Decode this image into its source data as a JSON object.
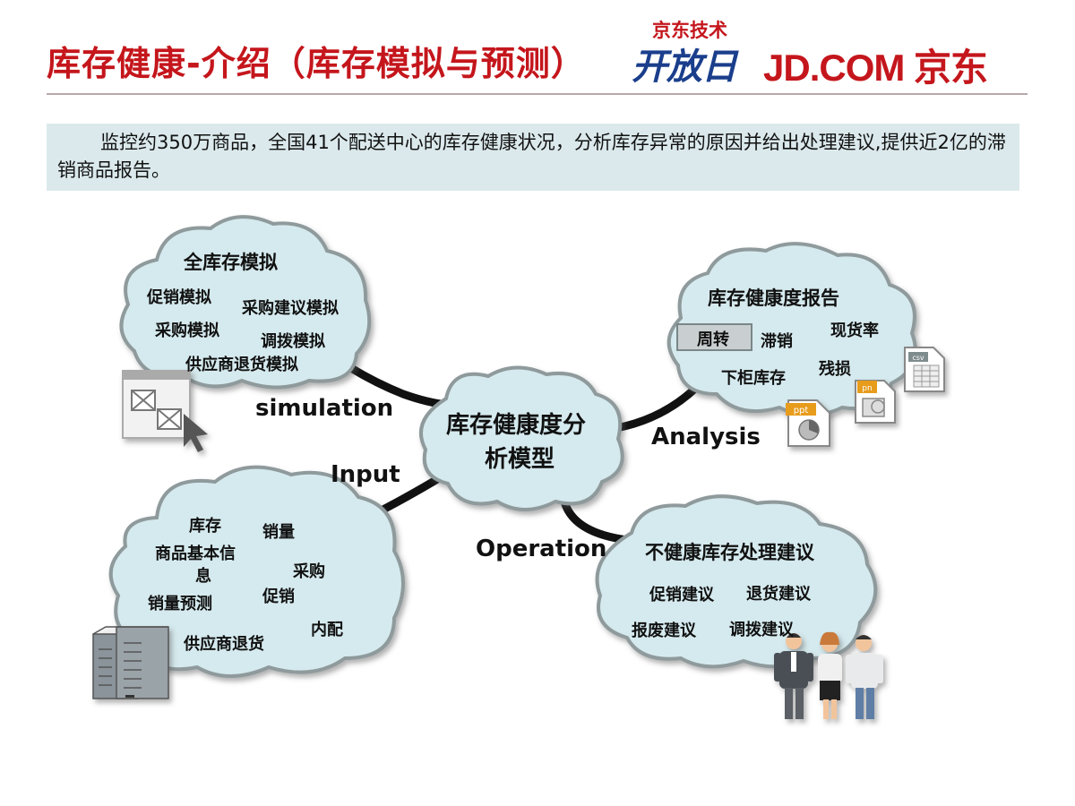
{
  "title": "库存健康-介绍（库存模拟与预测）",
  "logo": {
    "sub": "京东技术",
    "main": "开放日",
    "brand": "JD.COM 京东"
  },
  "intro": "监控约350万商品，全国41个配送中心的库存健康状况，分析库存异常的原因并给出处理建议,提供近2亿的滞销商品报告。",
  "center": {
    "line1": "库存健康度分",
    "line2": "析模型"
  },
  "simulation": {
    "connector": "simulation",
    "title": "全库存模拟",
    "items": [
      "促销模拟",
      "采购建议模拟",
      "采购模拟",
      "调拨模拟",
      "供应商退货模拟"
    ]
  },
  "analysis": {
    "connector": "Analysis",
    "title": "库存健康度报告",
    "items": [
      "周转",
      "滞销",
      "现货率",
      "下柜库存",
      "残损"
    ],
    "file_labels": [
      "csv",
      "pn",
      "ppt"
    ]
  },
  "input": {
    "connector": "Input",
    "items": [
      "库存",
      "销量",
      "商品基本信",
      "息",
      "采购",
      "销量预测",
      "促销",
      "内配",
      "供应商退货"
    ]
  },
  "operation": {
    "connector": "Operation",
    "title": "不健康库存处理建议",
    "items": [
      "促销建议",
      "退货建议",
      "报废建议",
      "调拨建议"
    ]
  },
  "colors": {
    "title": "#c4161c",
    "cloud_fill": "#d5eaee",
    "cloud_edge": "#8f9a9c",
    "intro_bg": "#dbe9ec"
  }
}
